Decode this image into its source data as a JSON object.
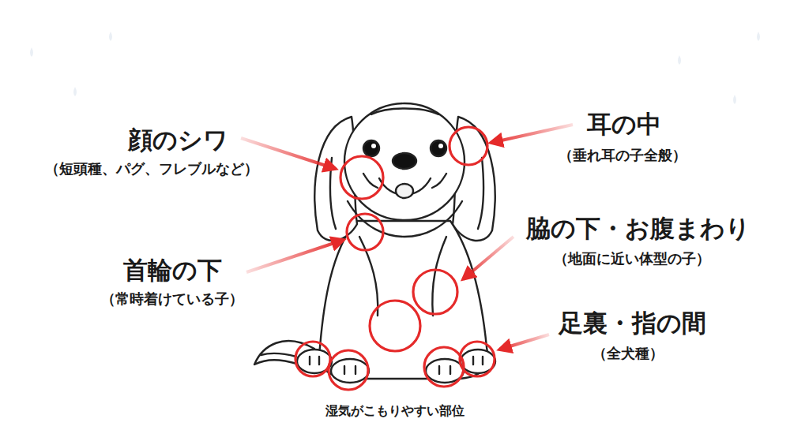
{
  "diagram": {
    "caption": "湿気がこもりやすい部位",
    "labels": [
      "顔のシワ",
      "（短頭種、パグ、フレブルなど）",
      "耳の中",
      "（垂れ耳の子全般）",
      "首輪の下",
      "（常時着けている子）",
      "脇の下・お腹まわり",
      "（地面に近い体型の子）",
      "足裏・指の間",
      "（全犬種）"
    ]
  }
}
